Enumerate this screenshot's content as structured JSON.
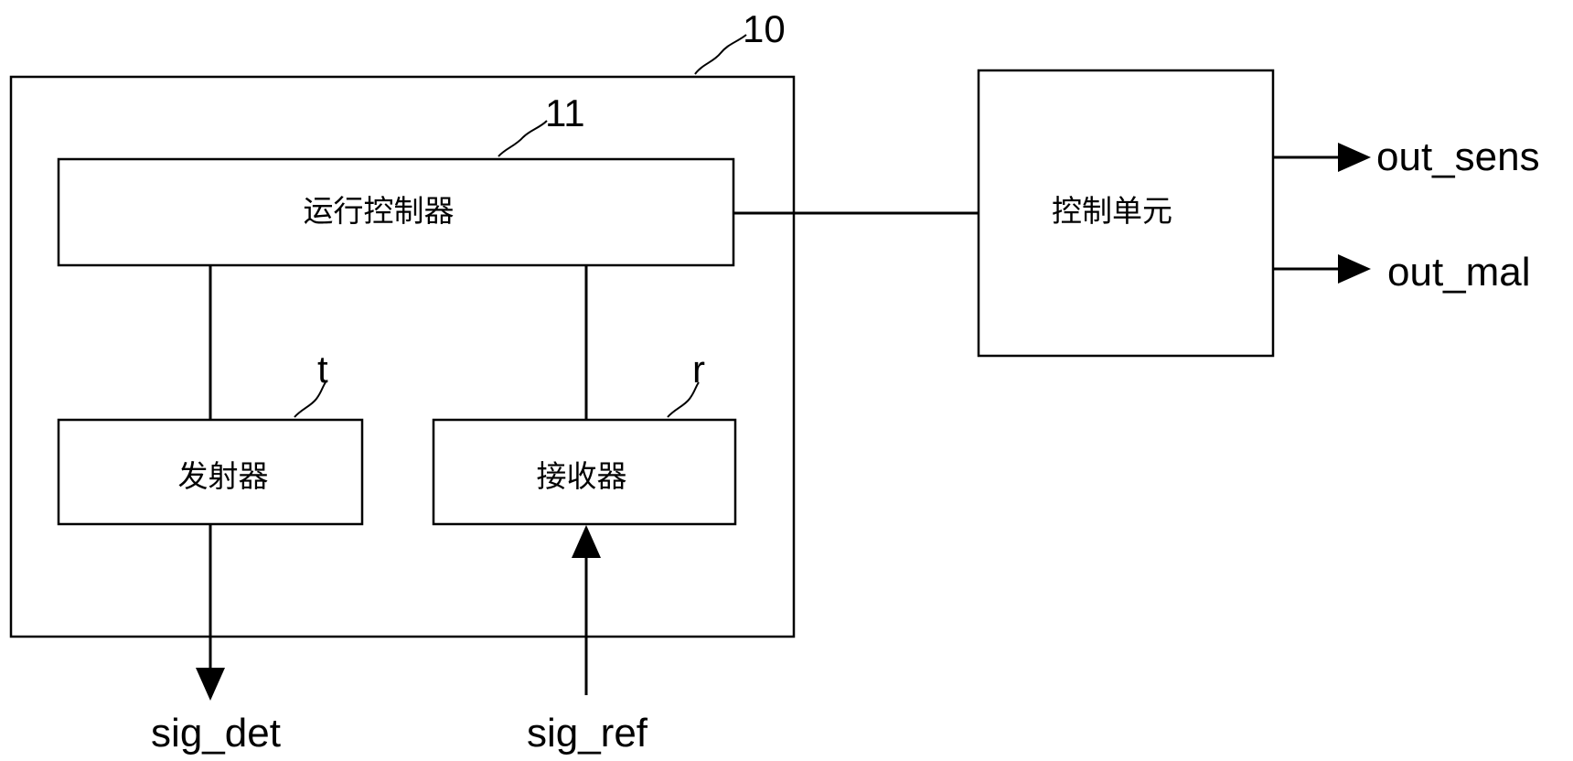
{
  "colors": {
    "stroke": "#000000",
    "background": "#ffffff"
  },
  "references": {
    "outer": "10",
    "controller": "11",
    "transmitter": "t",
    "receiver": "r"
  },
  "blocks": {
    "run_controller": "运行控制器",
    "transmitter": "发射器",
    "receiver": "接收器",
    "control_unit": "控制单元"
  },
  "signals": {
    "sig_det": "sig_det",
    "sig_ref": "sig_ref",
    "out_sens": "out_sens",
    "out_mal": "out_mal"
  }
}
